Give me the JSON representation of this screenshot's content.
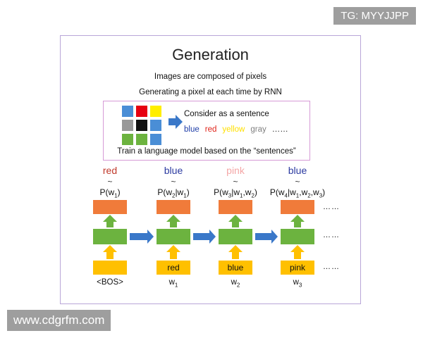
{
  "slide": {
    "title": "Generation",
    "line1": "Images are composed of pixels",
    "line2": "Generating a pixel at each time by RNN",
    "consider": "Consider as a sentence",
    "words": [
      {
        "text": "blue",
        "color": "#1f3ea8"
      },
      {
        "text": "red",
        "color": "#e0241a"
      },
      {
        "text": "yellow",
        "color": "#ffe000"
      },
      {
        "text": "gray",
        "color": "#808080"
      },
      {
        "text": "……",
        "color": "#222222"
      }
    ],
    "train": "Train a language model based on the “sentences”",
    "grid_colors": [
      "#4a8ed6",
      "#e60012",
      "#ffee00",
      "#999999",
      "#111111",
      "#4a8ed6",
      "#6cb33f",
      "#6cb33f",
      "#4a8ed6"
    ]
  },
  "rnn": {
    "top_words": [
      {
        "text": "red",
        "color": "#c0392b"
      },
      {
        "text": "blue",
        "color": "#2b3aa0"
      },
      {
        "text": "pink",
        "color": "#f4a6a6"
      },
      {
        "text": "blue",
        "color": "#2b3aa0"
      }
    ],
    "tilde": "~",
    "probs": [
      {
        "main": "P(w",
        "sub1": "1",
        "rest": ")"
      },
      {
        "main": "P(w",
        "sub1": "2",
        "rest": "|w",
        "sub2": "1",
        "tail": ")"
      },
      {
        "main": "P(w",
        "sub1": "3",
        "rest": "|w",
        "sub2": "1",
        "tail": ",w",
        "sub3": "2",
        "end": ")"
      },
      {
        "main": "P(w",
        "sub1": "4",
        "rest": "|w",
        "sub2": "1",
        "tail": ",w",
        "sub3": "2",
        "end": ",w",
        "sub4": "3",
        "fin": ")"
      }
    ],
    "inputs": [
      "",
      "red",
      "blue",
      "pink"
    ],
    "bottom_words": [
      {
        "text": "<BOS>",
        "sub": ""
      },
      {
        "text": "w",
        "sub": "1"
      },
      {
        "text": "w",
        "sub": "2"
      },
      {
        "text": "w",
        "sub": "3"
      }
    ],
    "dots": "……",
    "colors": {
      "output": "#f07b3a",
      "hidden": "#6cb33f",
      "input": "#ffc000",
      "arrow_up": "#6cb33f",
      "arrow_in": "#ffc000",
      "arrow_side": "#3a78c9"
    }
  },
  "watermarks": {
    "top": "TG: MYYJJPP",
    "bottom": "www.cdgrfm.com"
  }
}
